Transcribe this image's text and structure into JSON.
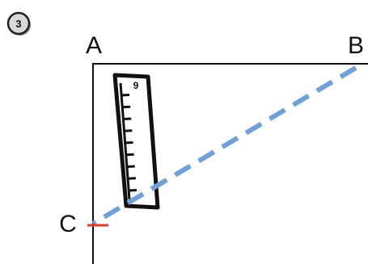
{
  "step_badge": {
    "number": "3"
  },
  "points": {
    "a": {
      "label": "A"
    },
    "b": {
      "label": "B"
    },
    "c": {
      "label": "C"
    }
  },
  "ruler": {
    "tick_count": 9,
    "top_mark": "9"
  },
  "colors": {
    "lines": "#111111",
    "dashed_line": "#6fa0d8",
    "c_marker": "#e03a2a",
    "badge_fill": "#d9d9d9"
  }
}
